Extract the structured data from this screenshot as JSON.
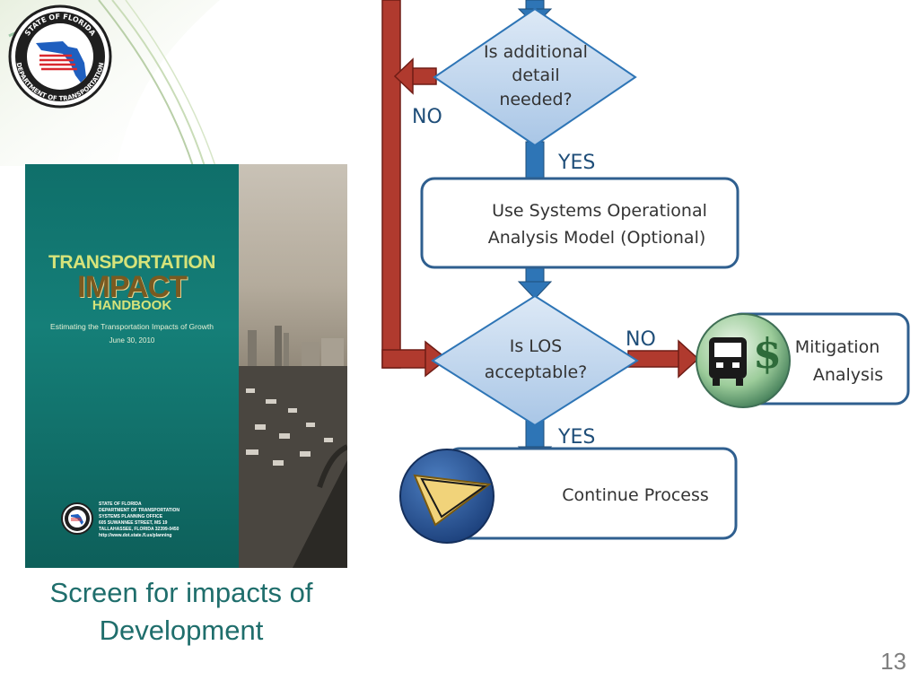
{
  "logo": {
    "ring_text_top": "STATE OF FLORIDA",
    "ring_text_bottom": "DEPARTMENT OF TRANSPORTATION"
  },
  "cover": {
    "title_line1": "TRANSPORTATION",
    "title_line2": "IMPACT",
    "title_line3": "HANDBOOK",
    "subtitle": "Estimating the Transportation Impacts of Growth",
    "date": "June 30, 2010",
    "address_lines": [
      "STATE OF FLORIDA",
      "DEPARTMENT OF TRANSPORTATION",
      "SYSTEMS PLANNING OFFICE",
      "605 SUWANNEE STREET, MS 19",
      "TALLAHASSEE, FLORIDA 32399-0450",
      "http://www.dot.state.fl.us/planning"
    ]
  },
  "caption": {
    "line1": "Screen for impacts of",
    "line2": "Development"
  },
  "page_number": "13",
  "flowchart": {
    "decision1": [
      "Is additional",
      "detail",
      "needed?"
    ],
    "decision1_no": "NO",
    "decision1_yes": "YES",
    "process_optional": [
      "Use Systems Operational",
      "Analysis Model (Optional)"
    ],
    "decision2": [
      "Is LOS",
      "acceptable?"
    ],
    "decision2_no": "NO",
    "decision2_yes": "YES",
    "mitigation": [
      "Mitigation",
      "Analysis"
    ],
    "mitigation_icon_symbol": "$",
    "continue": "Continue Process"
  },
  "colors": {
    "arrow_red": "#b03a2e",
    "arrow_blue": "#2e75b6",
    "box_border": "#2f5f8f",
    "diamond_fill": "#c7dcf2",
    "label_blue": "#1f4e79"
  }
}
